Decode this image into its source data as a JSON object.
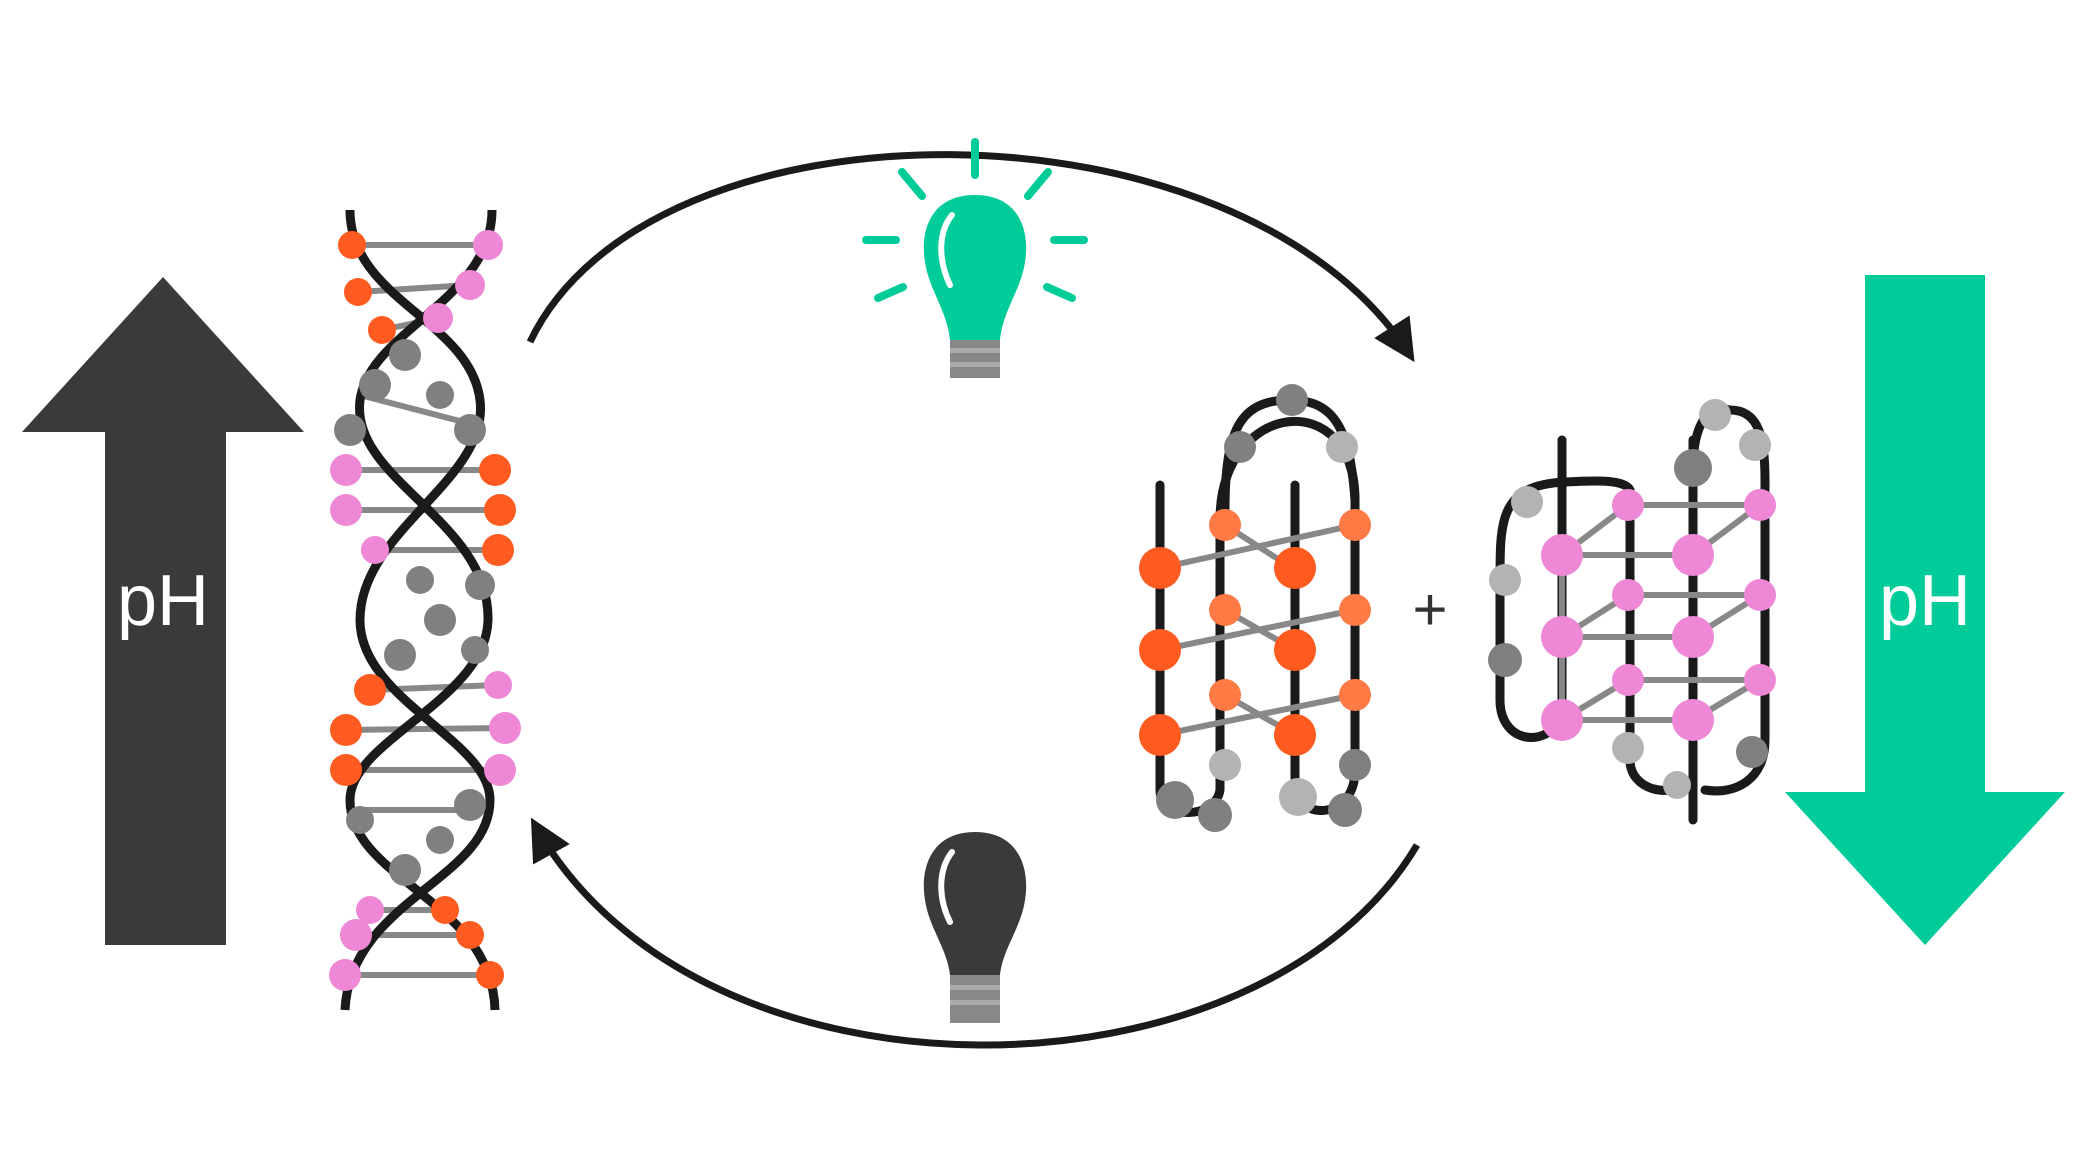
{
  "colors": {
    "dark": "#3a3a3c",
    "green": "#00cc99",
    "orange": "#ff5a1f",
    "light_orange": "#ff7a45",
    "pink": "#ee88d6",
    "gray": "#808080",
    "light_gray": "#b3b3b3",
    "strand": "#1a1a1a"
  },
  "left_arrow": {
    "label": "pH",
    "direction": "up",
    "icon": "arrow-up-icon"
  },
  "right_arrow": {
    "label": "pH",
    "direction": "down",
    "icon": "arrow-down-icon"
  },
  "plus_sign": "+",
  "light_on_bulb": {
    "icon": "lightbulb-on-icon",
    "state": "on"
  },
  "light_off_bulb": {
    "icon": "lightbulb-off-icon",
    "state": "off"
  },
  "duplex": {
    "icon": "dna-double-helix-icon"
  },
  "i_motif": {
    "icon": "i-motif-structure-icon"
  },
  "g_quadruplex": {
    "icon": "g-quadruplex-structure-icon"
  }
}
